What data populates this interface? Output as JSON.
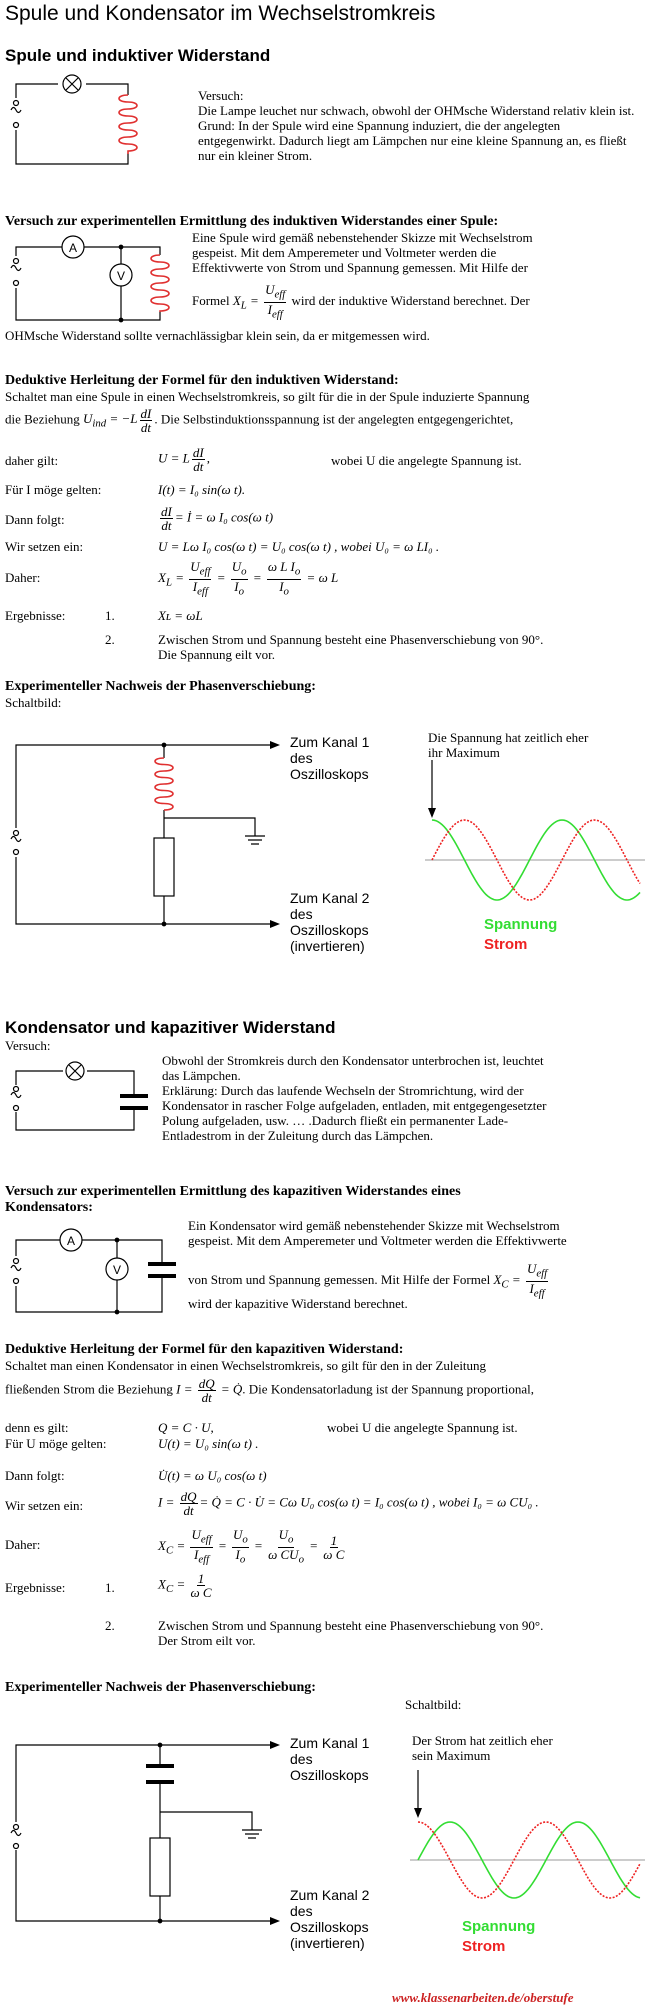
{
  "title": "Spule und Kondensator im Wechselstromkreis",
  "s1": {
    "heading": "Spule und induktiver Widerstand",
    "v_label": "Versuch:",
    "v_text": "Die Lampe leuchet nur schwach, obwohl der OHMsche Widerstand relativ klein ist.",
    "v_grund": "Grund: In der Spule wird eine Spannung induziert, die der angelegten entgegenwirkt. Dadurch liegt am Lämpchen nur eine kleine Spannung an, es fließt nur ein kleiner Strom."
  },
  "s2": {
    "heading": "Versuch zur experimentellen Ermittlung des induktiven Widerstandes einer Spule:",
    "line1": "Eine Spule wird gemäß nebenstehender Skizze mit Wechselstrom",
    "line2": "gespeist. Mit dem Amperemeter und Voltmeter werden die",
    "line3": "Effektivwerte von Strom und Spannung gemessen. Mit Hilfe der",
    "formel_pre": "Formel",
    "formel_post": "wird der induktive Widerstand berechnet. Der",
    "line5": "OHMsche Widerstand sollte vernachlässigbar klein sein, da er mitgemessen wird."
  },
  "s3": {
    "heading": "Deduktive Herleitung der Formel für den induktiven Widerstand:",
    "intro1": "Schaltet man eine Spule in einen Wechselstromkreis, so gilt für die in der Spule induzierte Spannung",
    "intro2_pre": "die Beziehung",
    "intro2_post": ". Die Selbstinduktionsspannung ist der angelegten entgegengerichtet,",
    "daher_label": "daher gilt:",
    "daher_note": "wobei U die angelegte Spannung ist.",
    "fuer_label": "Für I möge gelten:",
    "fuer_eq": "I(t) = I₀ sin(ω t).",
    "dann_label": "Dann folgt:",
    "dann_eq": "= İ = ω I₀ cos(ω t)",
    "wir_label": "Wir setzen ein:",
    "wir_eq": "U = Lω I₀ cos(ω t) = U₀ cos(ω t) , wobei  U₀ = ω LI₀ .",
    "daher2_label": "Daher:",
    "erg_label": "Ergebnisse:",
    "erg1_num": "1.",
    "erg1": "Xʟ = ωL",
    "erg2_num": "2.",
    "erg2a": "Zwischen Strom und Spannung besteht eine Phasenverschiebung von 90°.",
    "erg2b": "Die Spannung eilt vor."
  },
  "s4": {
    "heading": "Experimenteller Nachweis der Phasenverschiebung:",
    "schaltbild": "Schaltbild:",
    "kanal1": [
      "Zum Kanal 1",
      "des",
      "Oszilloskops"
    ],
    "kanal2": [
      "Zum Kanal 2",
      "des",
      "Oszilloskops",
      "(invertieren)"
    ],
    "note": [
      "Die Spannung hat zeitlich eher",
      "ihr Maximum"
    ],
    "legend_spannung": "Spannung",
    "legend_strom": "Strom"
  },
  "s5": {
    "heading": "Kondensator und kapazitiver Widerstand",
    "v_label": "Versuch:",
    "line1": "Obwohl der Stromkreis durch den Kondensator unterbrochen ist, leuchtet",
    "line2": "das Lämpchen.",
    "line3": "Erklärung: Durch das laufende Wechseln der Stromrichtung, wird der",
    "line4": "Kondensator in rascher Folge aufgeladen, entladen, mit entgegengesetzter",
    "line5": "Polung aufgeladen, usw. … .Dadurch fließt ein permanenter Lade-",
    "line6": "Entladestrom in der Zuleitung durch das Lämpchen."
  },
  "s6": {
    "heading1": "Versuch zur experimentellen Ermittlung des kapazitiven Widerstandes eines",
    "heading2": "Kondensators:",
    "line1": "Ein Kondensator wird gemäß nebenstehender Skizze mit Wechselstrom",
    "line2": "gespeist. Mit dem Amperemeter und Voltmeter werden die Effektivwerte",
    "line3_pre": "von Strom und Spannung gemessen. Mit Hilfe der Formel",
    "line4": "wird der kapazitive Widerstand berechnet."
  },
  "s7": {
    "heading": "Deduktive Herleitung der Formel für den kapazitiven Widerstand:",
    "intro1": "Schaltet man einen Kondensator in einen Wechselstromkreis, so gilt für den in der Zuleitung",
    "intro2_pre": "fließenden Strom die Beziehung",
    "intro2_post": ". Die Kondensatorladung ist der Spannung proportional,",
    "denn_label": "denn es gilt:",
    "denn_eq": "Q = C · U,",
    "denn_note": "wobei U die angelegte Spannung ist.",
    "fuer_label": "Für U möge gelten:",
    "fuer_eq": "U(t) = U₀ sin(ω t) .",
    "dann_label": "Dann folgt:",
    "dann_eq": "U̇(t) = ω U₀ cos(ω t)",
    "wir_label": "Wir setzen ein:",
    "wir_eq": "= Q̇ = C · U̇ = Cω U₀ cos(ω t) = I₀ cos(ω t) , wobei  I₀ = ω CU₀ .",
    "daher_label": "Daher:",
    "erg_label": "Ergebnisse:",
    "erg1_num": "1.",
    "erg2_num": "2.",
    "erg2a": "Zwischen Strom und Spannung besteht eine Phasenverschiebung von 90°.",
    "erg2b": "Der Strom eilt vor."
  },
  "s8": {
    "heading": "Experimenteller Nachweis der Phasenverschiebung:",
    "schaltbild": "Schaltbild:",
    "kanal1": [
      "Zum Kanal 1",
      "des",
      "Oszilloskops"
    ],
    "kanal2": [
      "Zum Kanal 2",
      "des",
      "Oszilloskops",
      "(invertieren)"
    ],
    "note": [
      "Der Strom hat zeitlich eher",
      "sein Maximum"
    ],
    "legend_spannung": "Spannung",
    "legend_strom": "Strom"
  },
  "footer": "www.klassenarbeiten.de/oberstufe",
  "colors": {
    "green": "#33dd33",
    "red": "#ee2222",
    "coil": "#e03030",
    "axis": "#999999"
  }
}
